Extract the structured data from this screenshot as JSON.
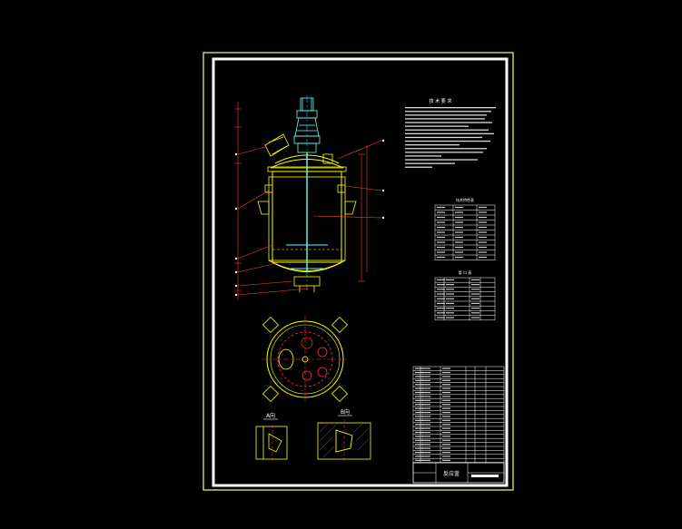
{
  "drawing": {
    "title": "反应釜",
    "notes_heading": "技 术 要 求",
    "tech_table_heading": "技术特性表",
    "nozzle_table_heading": "管 口 表",
    "view_a_label": "A向",
    "view_b_label": "B向",
    "colors": {
      "background": "#000000",
      "sheet_border": "#ffff66",
      "sheet_inner": "#ffffff",
      "vessel_line": "#ffff00",
      "dimension": "#ff3333",
      "axis": "#00ccff",
      "agitator": "#66ffff",
      "text": "#ffffff",
      "label_line": "#ff4444"
    }
  }
}
